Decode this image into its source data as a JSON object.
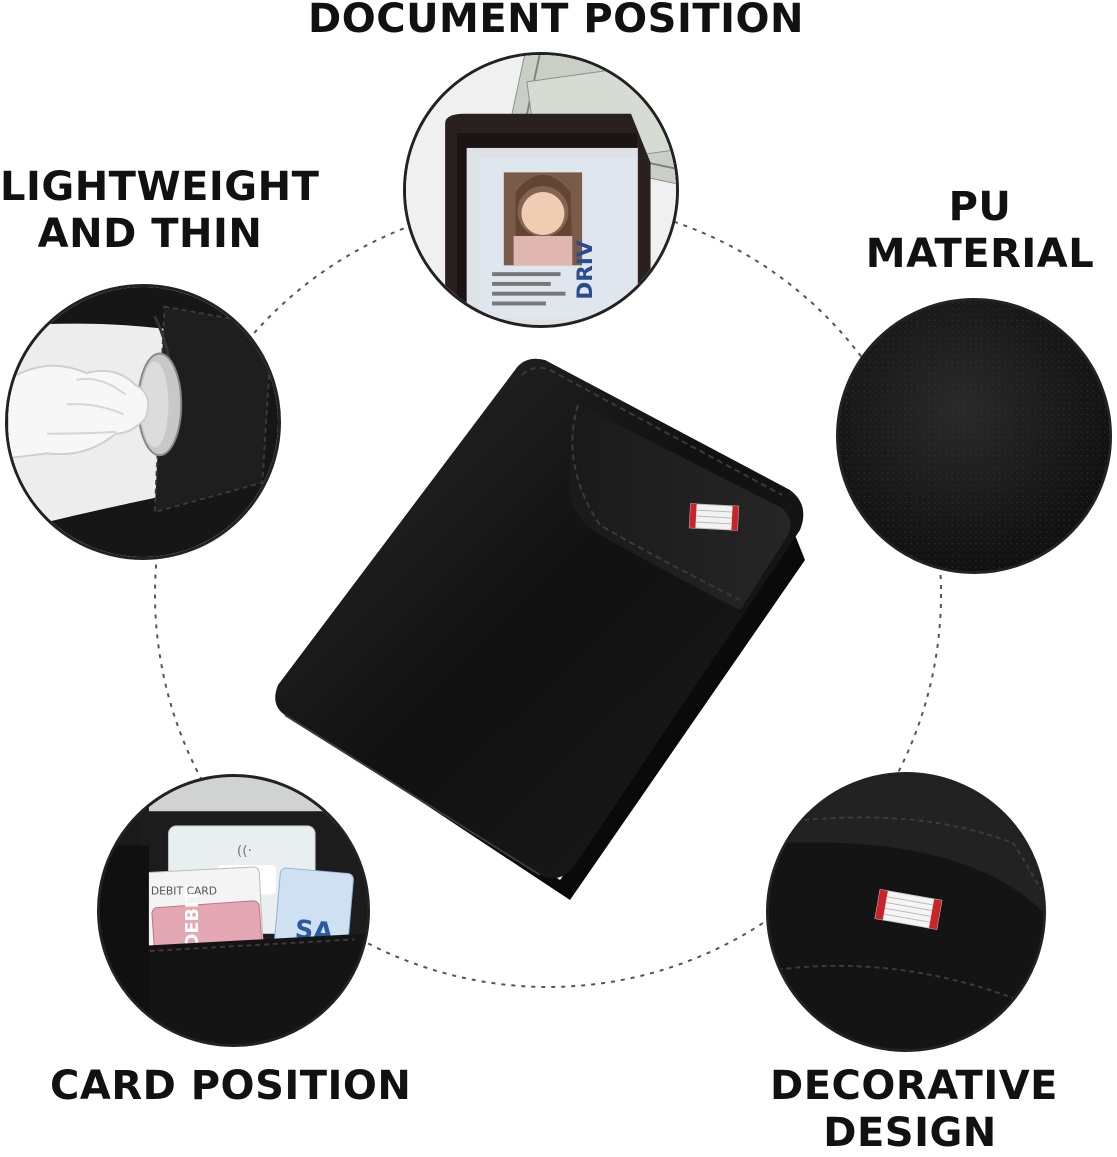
{
  "features": {
    "document": {
      "title": "DOCUMENT POSITION"
    },
    "lightweight": {
      "line1": "LIGHTWEIGHT",
      "line2": "AND THIN"
    },
    "material": {
      "line1": "PU",
      "line2": "MATERIAL"
    },
    "card": {
      "title": "CARD POSITION"
    },
    "decorative": {
      "line1": "DECORATIVE",
      "line2": "DESIGN"
    }
  },
  "details": {
    "id_card_header": "DRIV",
    "debit_card_label": "DEBIT CARD",
    "debit_text": "DEBIT",
    "visa_text": "SA"
  },
  "colors": {
    "leather": "#141414",
    "stitch": "#3a3a3a",
    "accent_red": "#c8252b",
    "text": "#111111"
  }
}
